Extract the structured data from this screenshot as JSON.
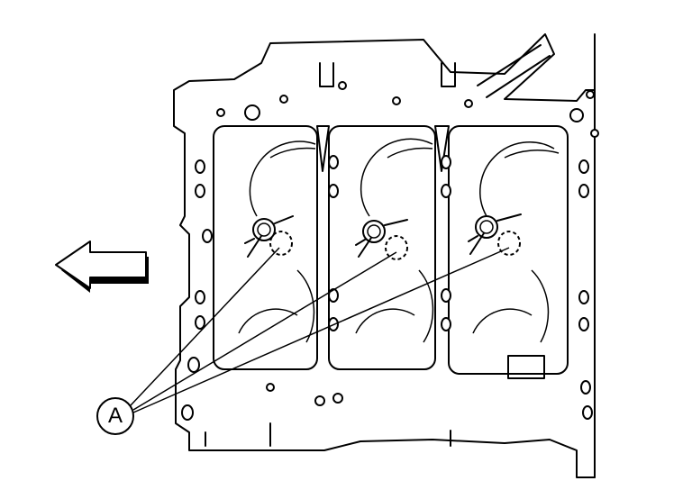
{
  "diagram": {
    "callout": {
      "label": "A",
      "targets": 3
    },
    "direction_arrow": "front-arrow-left",
    "colors": {
      "line": "#000000",
      "background": "#ffffff"
    }
  }
}
